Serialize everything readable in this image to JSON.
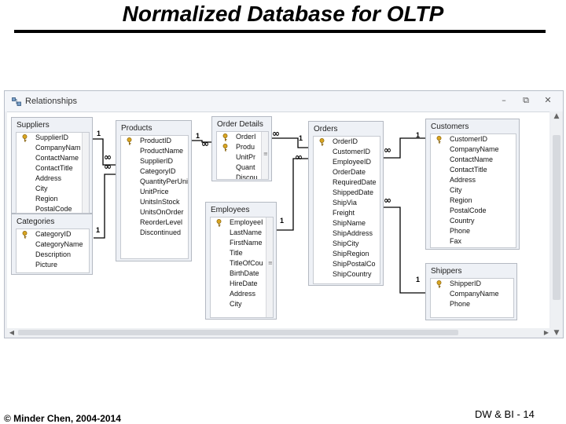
{
  "slide": {
    "title": "Normalized Database for OLTP",
    "footer_left": "© Minder Chen, 2004-2014",
    "footer_right": "DW & BI - 14"
  },
  "window": {
    "title": "Relationships",
    "controls": [
      "minimize",
      "restore",
      "close"
    ]
  },
  "tables": {
    "suppliers": {
      "name": "Suppliers",
      "fields": [
        {
          "label": "SupplierID",
          "key": true
        },
        {
          "label": "CompanyNam"
        },
        {
          "label": "ContactName"
        },
        {
          "label": "ContactTitle"
        },
        {
          "label": "Address"
        },
        {
          "label": "City"
        },
        {
          "label": "Region"
        },
        {
          "label": "PostalCode"
        }
      ]
    },
    "categories": {
      "name": "Categories",
      "fields": [
        {
          "label": "CategoryID",
          "key": true
        },
        {
          "label": "CategoryName"
        },
        {
          "label": "Description"
        },
        {
          "label": "Picture"
        }
      ]
    },
    "products": {
      "name": "Products",
      "fields": [
        {
          "label": "ProductID",
          "key": true
        },
        {
          "label": "ProductName"
        },
        {
          "label": "SupplierID"
        },
        {
          "label": "CategoryID"
        },
        {
          "label": "QuantityPerUnit"
        },
        {
          "label": "UnitPrice"
        },
        {
          "label": "UnitsInStock"
        },
        {
          "label": "UnitsOnOrder"
        },
        {
          "label": "ReorderLevel"
        },
        {
          "label": "Discontinued"
        }
      ]
    },
    "order_details": {
      "name": "Order Details",
      "fields": [
        {
          "label": "OrderI",
          "key": true
        },
        {
          "label": "Produ",
          "key": true
        },
        {
          "label": "UnitPr"
        },
        {
          "label": "Quant"
        },
        {
          "label": "Discou"
        }
      ]
    },
    "employees": {
      "name": "Employees",
      "fields": [
        {
          "label": "EmployeeI",
          "key": true
        },
        {
          "label": "LastName"
        },
        {
          "label": "FirstName"
        },
        {
          "label": "Title"
        },
        {
          "label": "TitleOfCou"
        },
        {
          "label": "BirthDate"
        },
        {
          "label": "HireDate"
        },
        {
          "label": "Address"
        },
        {
          "label": "City"
        }
      ]
    },
    "orders": {
      "name": "Orders",
      "fields": [
        {
          "label": "OrderID",
          "key": true
        },
        {
          "label": "CustomerID"
        },
        {
          "label": "EmployeeID"
        },
        {
          "label": "OrderDate"
        },
        {
          "label": "RequiredDate"
        },
        {
          "label": "ShippedDate"
        },
        {
          "label": "ShipVia"
        },
        {
          "label": "Freight"
        },
        {
          "label": "ShipName"
        },
        {
          "label": "ShipAddress"
        },
        {
          "label": "ShipCity"
        },
        {
          "label": "ShipRegion"
        },
        {
          "label": "ShipPostalCo"
        },
        {
          "label": "ShipCountry"
        }
      ]
    },
    "customers": {
      "name": "Customers",
      "fields": [
        {
          "label": "CustomerID",
          "key": true
        },
        {
          "label": "CompanyName"
        },
        {
          "label": "ContactName"
        },
        {
          "label": "ContactTitle"
        },
        {
          "label": "Address"
        },
        {
          "label": "City"
        },
        {
          "label": "Region"
        },
        {
          "label": "PostalCode"
        },
        {
          "label": "Country"
        },
        {
          "label": "Phone"
        },
        {
          "label": "Fax"
        }
      ]
    },
    "shippers": {
      "name": "Shippers",
      "fields": [
        {
          "label": "ShipperID",
          "key": true
        },
        {
          "label": "CompanyName"
        },
        {
          "label": "Phone"
        }
      ]
    }
  },
  "relationships": {
    "one": "1",
    "many": "∞"
  },
  "colors": {
    "key_icon": "#d9a520",
    "line": "#000000"
  }
}
